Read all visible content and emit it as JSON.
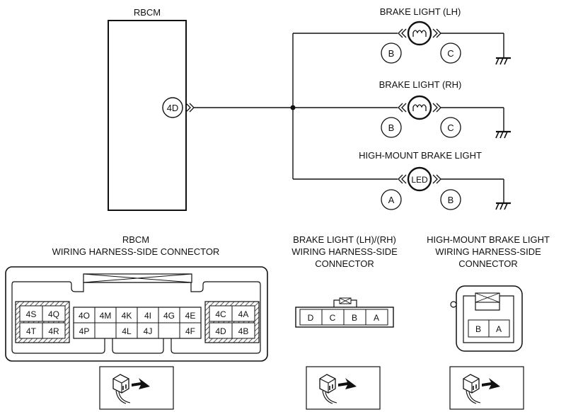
{
  "rbcm_label": "RBCM",
  "rbcm_terminal": "4D",
  "loads": [
    {
      "title": "BRAKE LIGHT (LH)",
      "symbol": "bulb",
      "pin_left": "B",
      "pin_right": "C"
    },
    {
      "title": "BRAKE LIGHT (RH)",
      "symbol": "bulb",
      "pin_left": "B",
      "pin_right": "C"
    },
    {
      "title": "HIGH-MOUNT BRAKE LIGHT",
      "symbol": "LED",
      "pin_left": "A",
      "pin_right": "B"
    }
  ],
  "connectors": {
    "rbcm": {
      "title_line1": "RBCM",
      "title_line2": "WIRING HARNESS-SIDE CONNECTOR",
      "left_block": [
        [
          "4S",
          "4Q"
        ],
        [
          "4T",
          "4R"
        ]
      ],
      "center_top": [
        "4O",
        "4M",
        "4K",
        "4I",
        "4G",
        "4E"
      ],
      "center_bottom": [
        "4P",
        "",
        "4L",
        "4J",
        "",
        "4F"
      ],
      "right_block": [
        [
          "4C",
          "4A"
        ],
        [
          "4D",
          "4B"
        ]
      ]
    },
    "brake_light": {
      "title_line1": "BRAKE LIGHT (LH)/(RH)",
      "title_line2": "WIRING HARNESS-SIDE",
      "title_line3": "CONNECTOR",
      "terminals": [
        "D",
        "C",
        "B",
        "A"
      ]
    },
    "high_mount": {
      "title_line1": "HIGH-MOUNT BRAKE LIGHT",
      "title_line2": "WIRING HARNESS-SIDE",
      "title_line3": "CONNECTOR",
      "terminals": [
        "B",
        "A"
      ]
    }
  },
  "icons": {
    "ground": "ground-icon",
    "bulb": "bulb-icon",
    "connector_view": "harness-connector-view-icon"
  }
}
